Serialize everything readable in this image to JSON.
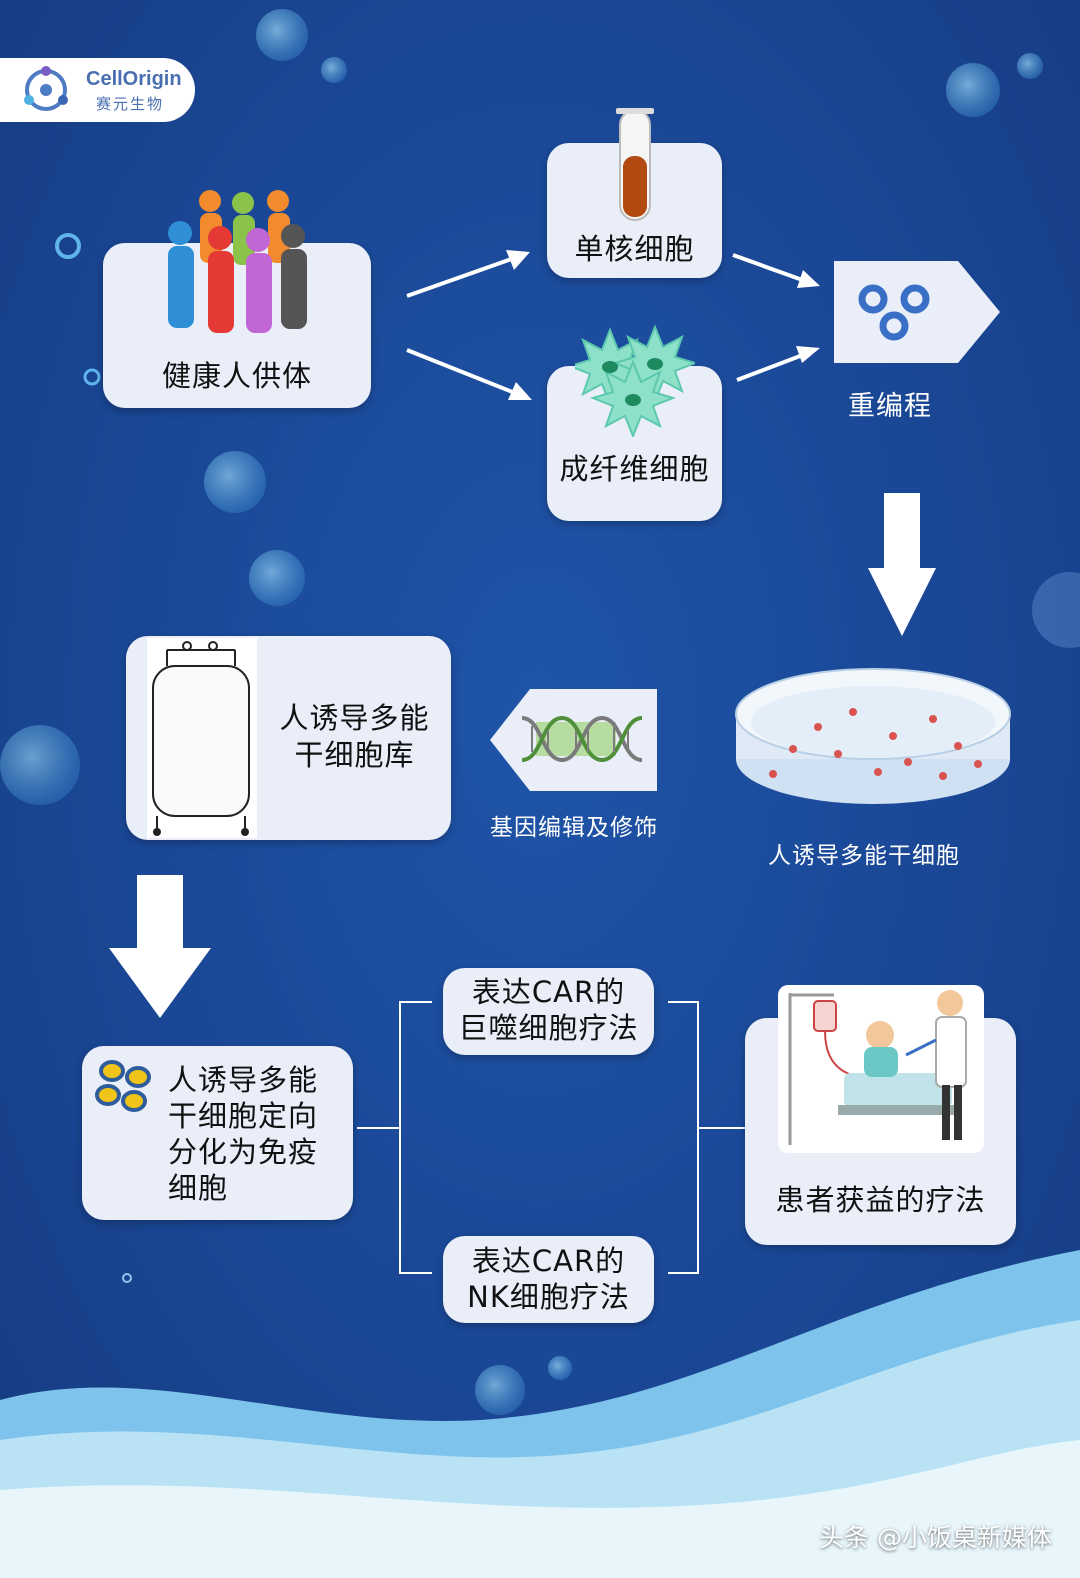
{
  "logo": {
    "name": "CellOrigin",
    "subtitle": "赛元生物"
  },
  "nodes": {
    "donor": "健康人供体",
    "mononuclear": "单核细胞",
    "fibroblast": "成纤维细胞",
    "reprogram": "重编程",
    "ipsc": "人诱导多能干细胞",
    "gene_edit": "基因编辑及修饰",
    "bank_line1": "人诱导多能",
    "bank_line2": "干细胞库",
    "diff_line1": "人诱导多能",
    "diff_line2": "干细胞定向",
    "diff_line3": "分化为免疫",
    "diff_line4": "细胞",
    "car_mac_line1": "表达CAR的",
    "car_mac_line2": "巨噬细胞疗法",
    "car_nk_line1": "表达CAR的",
    "car_nk_line2": "NK细胞疗法",
    "patient": "患者获益的疗法"
  },
  "watermark": "头条 @小饭桌新媒体",
  "colors": {
    "background": "#1a4795",
    "box": "#e9eef9",
    "accent_light": "#7ec3ec",
    "wave": "#b9e3f5"
  }
}
